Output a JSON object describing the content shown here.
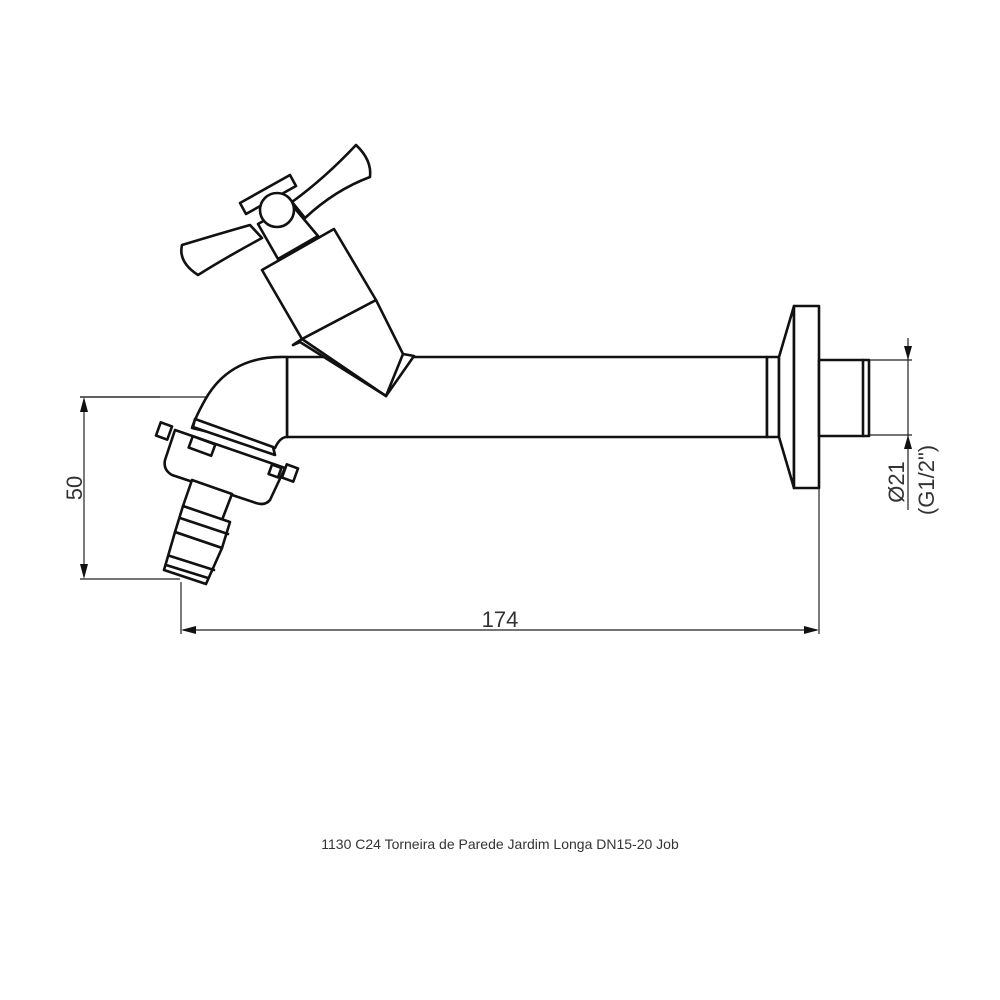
{
  "caption": "1130 C24 Torneira de Parede Jardim Longa DN15-20 Job",
  "dimensions": {
    "height": "50",
    "length": "174",
    "thread_diameter": "Ø21",
    "thread_size": "(G1/2\")"
  },
  "colors": {
    "line": "#111111",
    "background": "#ffffff",
    "text": "#333333"
  }
}
